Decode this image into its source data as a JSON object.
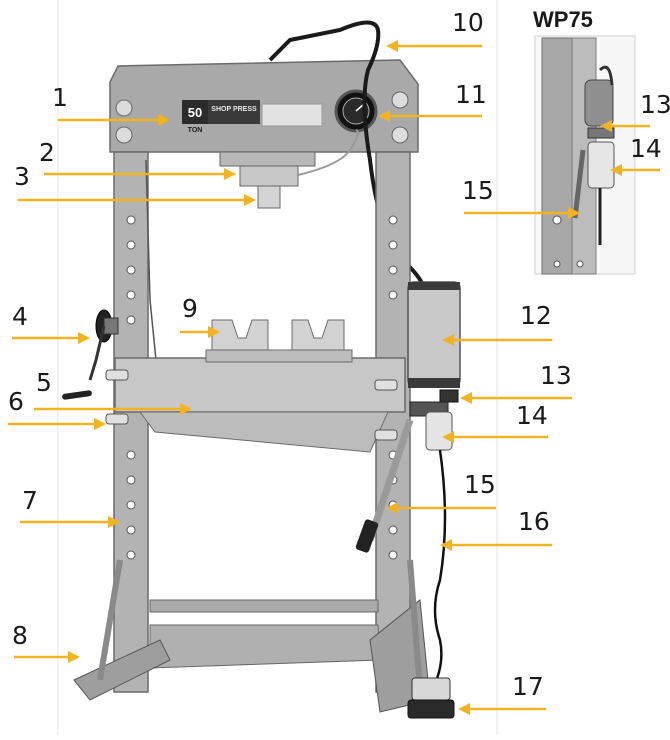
{
  "inset_title": "WP75",
  "plate": {
    "capacity_number": "50",
    "capacity_unit": "TON",
    "brand_text": "SHOP PRESS"
  },
  "callouts": [
    {
      "id": "c1",
      "label": "1"
    },
    {
      "id": "c2",
      "label": "2"
    },
    {
      "id": "c3",
      "label": "3"
    },
    {
      "id": "c4",
      "label": "4"
    },
    {
      "id": "c5",
      "label": "5"
    },
    {
      "id": "c6",
      "label": "6"
    },
    {
      "id": "c7",
      "label": "7"
    },
    {
      "id": "c8",
      "label": "8"
    },
    {
      "id": "c9",
      "label": "9"
    },
    {
      "id": "c10",
      "label": "10"
    },
    {
      "id": "c11",
      "label": "11"
    },
    {
      "id": "c12",
      "label": "12"
    },
    {
      "id": "c13",
      "label": "13"
    },
    {
      "id": "c14",
      "label": "14"
    },
    {
      "id": "c15",
      "label": "15"
    },
    {
      "id": "c16",
      "label": "16"
    },
    {
      "id": "c17",
      "label": "17"
    },
    {
      "id": "c13b",
      "label": "13"
    },
    {
      "id": "c14b",
      "label": "14"
    },
    {
      "id": "c15b",
      "label": "15"
    }
  ],
  "colors": {
    "arrow": "#f2b320",
    "steel": "#bdbdbd",
    "steel_dark": "#8e8e8e",
    "guide_line": "#d9d9d9"
  }
}
